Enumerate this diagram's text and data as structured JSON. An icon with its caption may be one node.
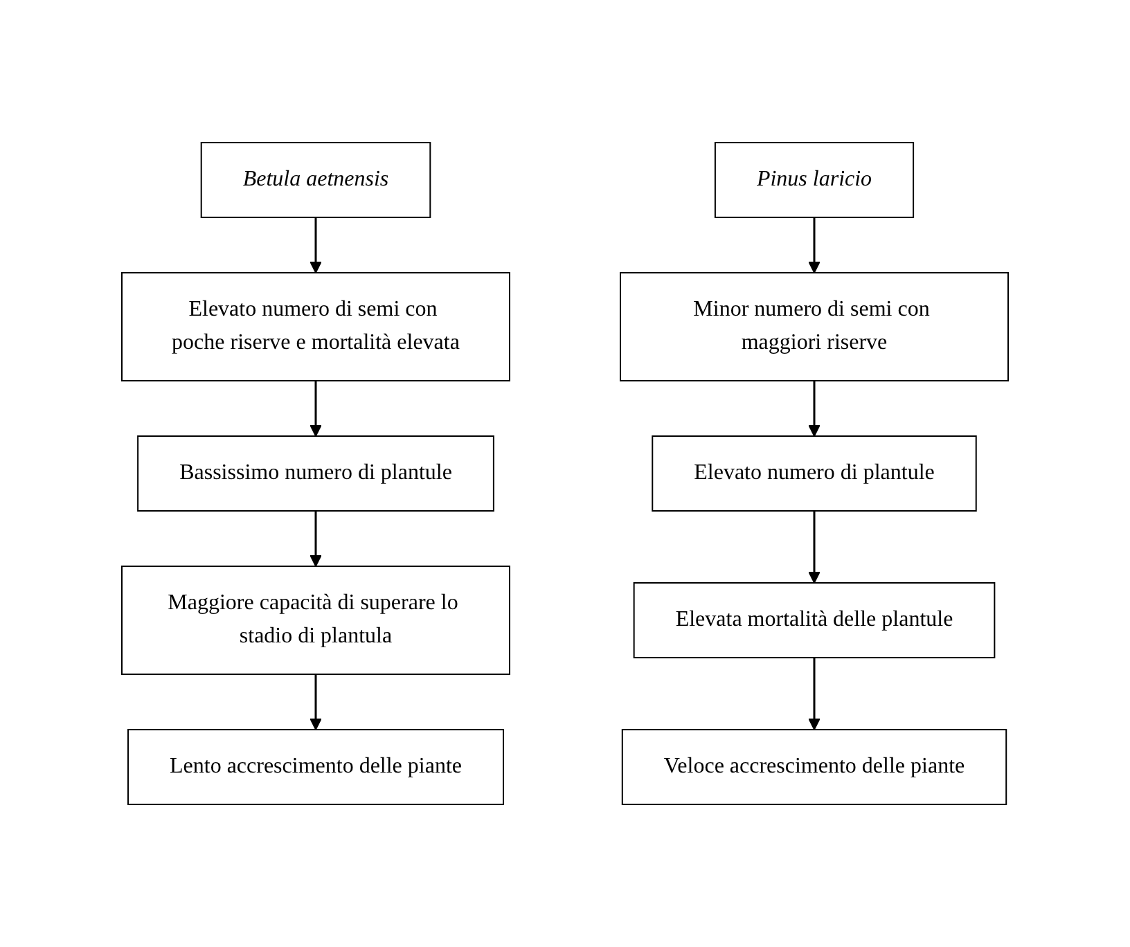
{
  "diagram": {
    "nodes": [
      {
        "text": [
          "Betula aetnensis"
        ]
      },
      {
        "text": [
          "Elevato numero di semi con poche riserve e mortalità elevata"
        ]
      },
      {
        "text": [
          "Bassissimo numero di plantule"
        ]
      },
      {
        "text": [
          "Maggiore capacità di superare lo stadio di plantula"
        ]
      },
      {
        "text": [
          "Lento accrescimento delle piante"
        ]
      },
      {
        "text": [
          "Pinus laricio"
        ]
      },
      {
        "text": [
          "Minor numero di semi con maggiori riserve"
        ]
      },
      {
        "text": [
          "Elevato numero di plantule"
        ]
      },
      {
        "text": [
          "Elevata mortalità delle plantule"
        ]
      },
      {
        "text": [
          "Veloce accrescimento delle piante"
        ]
      }
    ],
    "edges": [
      {
        "from": 0,
        "to": 1,
        "arrow": "to"
      },
      {
        "from": 1,
        "to": 2,
        "arrow": "to"
      },
      {
        "from": 2,
        "to": 3,
        "arrow": "to"
      },
      {
        "from": 3,
        "to": 4,
        "arrow": "to"
      },
      {
        "from": 5,
        "to": 6,
        "arrow": "to"
      },
      {
        "from": 6,
        "to": 7,
        "arrow": "to"
      },
      {
        "from": 7,
        "to": 8,
        "arrow": "to"
      },
      {
        "from": 8,
        "to": 9,
        "arrow": "to"
      }
    ]
  }
}
